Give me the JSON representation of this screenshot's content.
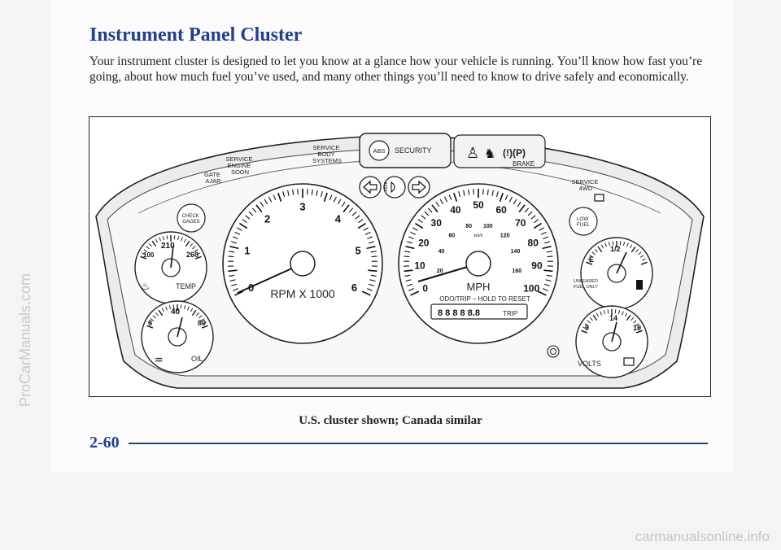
{
  "document": {
    "title": "Instrument Panel Cluster",
    "intro": "Your instrument cluster is designed to let you know at a glance how your vehicle is running. You’ll know how fast you’re going, about how much fuel you’ve used, and many other things you’ll need to know to drive safely and economically.",
    "caption": "U.S. cluster shown; Canada similar",
    "page_number": "2-60"
  },
  "watermarks": {
    "side": "ProCarManuals.com",
    "bottom": "carmanualsonline.info"
  },
  "cluster": {
    "warning_lights": {
      "gate_ajar": [
        "GATE",
        "AJAR"
      ],
      "service_engine_soon": [
        "SERVICE",
        "ENGINE",
        "SOON"
      ],
      "service_body_systems": [
        "SERVICE",
        "BODY",
        "SYSTEMS"
      ],
      "abs": "ABS",
      "security": "SECURITY",
      "brake": "BRAKE",
      "brake_symbol": "(!)(P)",
      "service_4wd": [
        "SERVICE",
        "4WD"
      ],
      "check_gages": [
        "CHECK",
        "GAGES"
      ],
      "low_fuel": [
        "LOW",
        "FUEL"
      ],
      "unleaded_fuel_only": [
        "UNLEADED",
        "FUEL ONLY"
      ]
    },
    "tachometer": {
      "label": "RPM X 1000",
      "scale": [
        "0",
        "1",
        "2",
        "3",
        "4",
        "5",
        "6"
      ]
    },
    "speedometer": {
      "label": "MPH",
      "mph_scale": [
        "0",
        "10",
        "20",
        "30",
        "40",
        "50",
        "60",
        "70",
        "80",
        "90",
        "100"
      ],
      "kmh_scale": [
        "20",
        "40",
        "60",
        "80",
        "100",
        "120",
        "140",
        "160"
      ],
      "kmh_unit": "km/h",
      "odometer_note": "ODO/TRIP – HOLD TO RESET",
      "odometer_value": "8 8 8 8 8.8",
      "trip_label": "TRIP"
    },
    "temp_gauge": {
      "label": "TEMP",
      "scale": [
        "100",
        "210",
        "260"
      ]
    },
    "oil_gauge": {
      "label": "OIL",
      "scale": [
        "0",
        "40",
        "80"
      ]
    },
    "fuel_gauge": {
      "scale": [
        "E",
        "1/2"
      ]
    },
    "volts_gauge": {
      "label": "VOLTS",
      "scale": [
        "9",
        "14",
        "19"
      ]
    }
  }
}
